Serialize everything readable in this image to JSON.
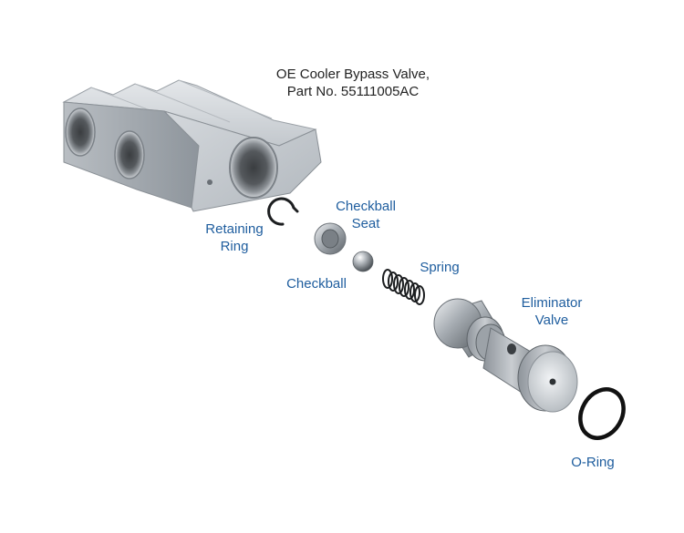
{
  "title": {
    "line1": "OE Cooler Bypass Valve,",
    "line2": "Part No. 55111005AC"
  },
  "labels": {
    "retaining_ring": [
      "Retaining",
      "Ring"
    ],
    "checkball_seat": [
      "Checkball",
      "Seat"
    ],
    "checkball": "Checkball",
    "spring": "Spring",
    "eliminator_valve": [
      "Eliminator",
      "Valve"
    ],
    "o_ring": "O-Ring"
  },
  "colors": {
    "label_blue": "#1e5d9e",
    "title_text": "#222222",
    "metal_light": "#d9dde1",
    "metal_mid": "#aab0b6",
    "metal_dark": "#6c7278",
    "oring_black": "#111111"
  }
}
